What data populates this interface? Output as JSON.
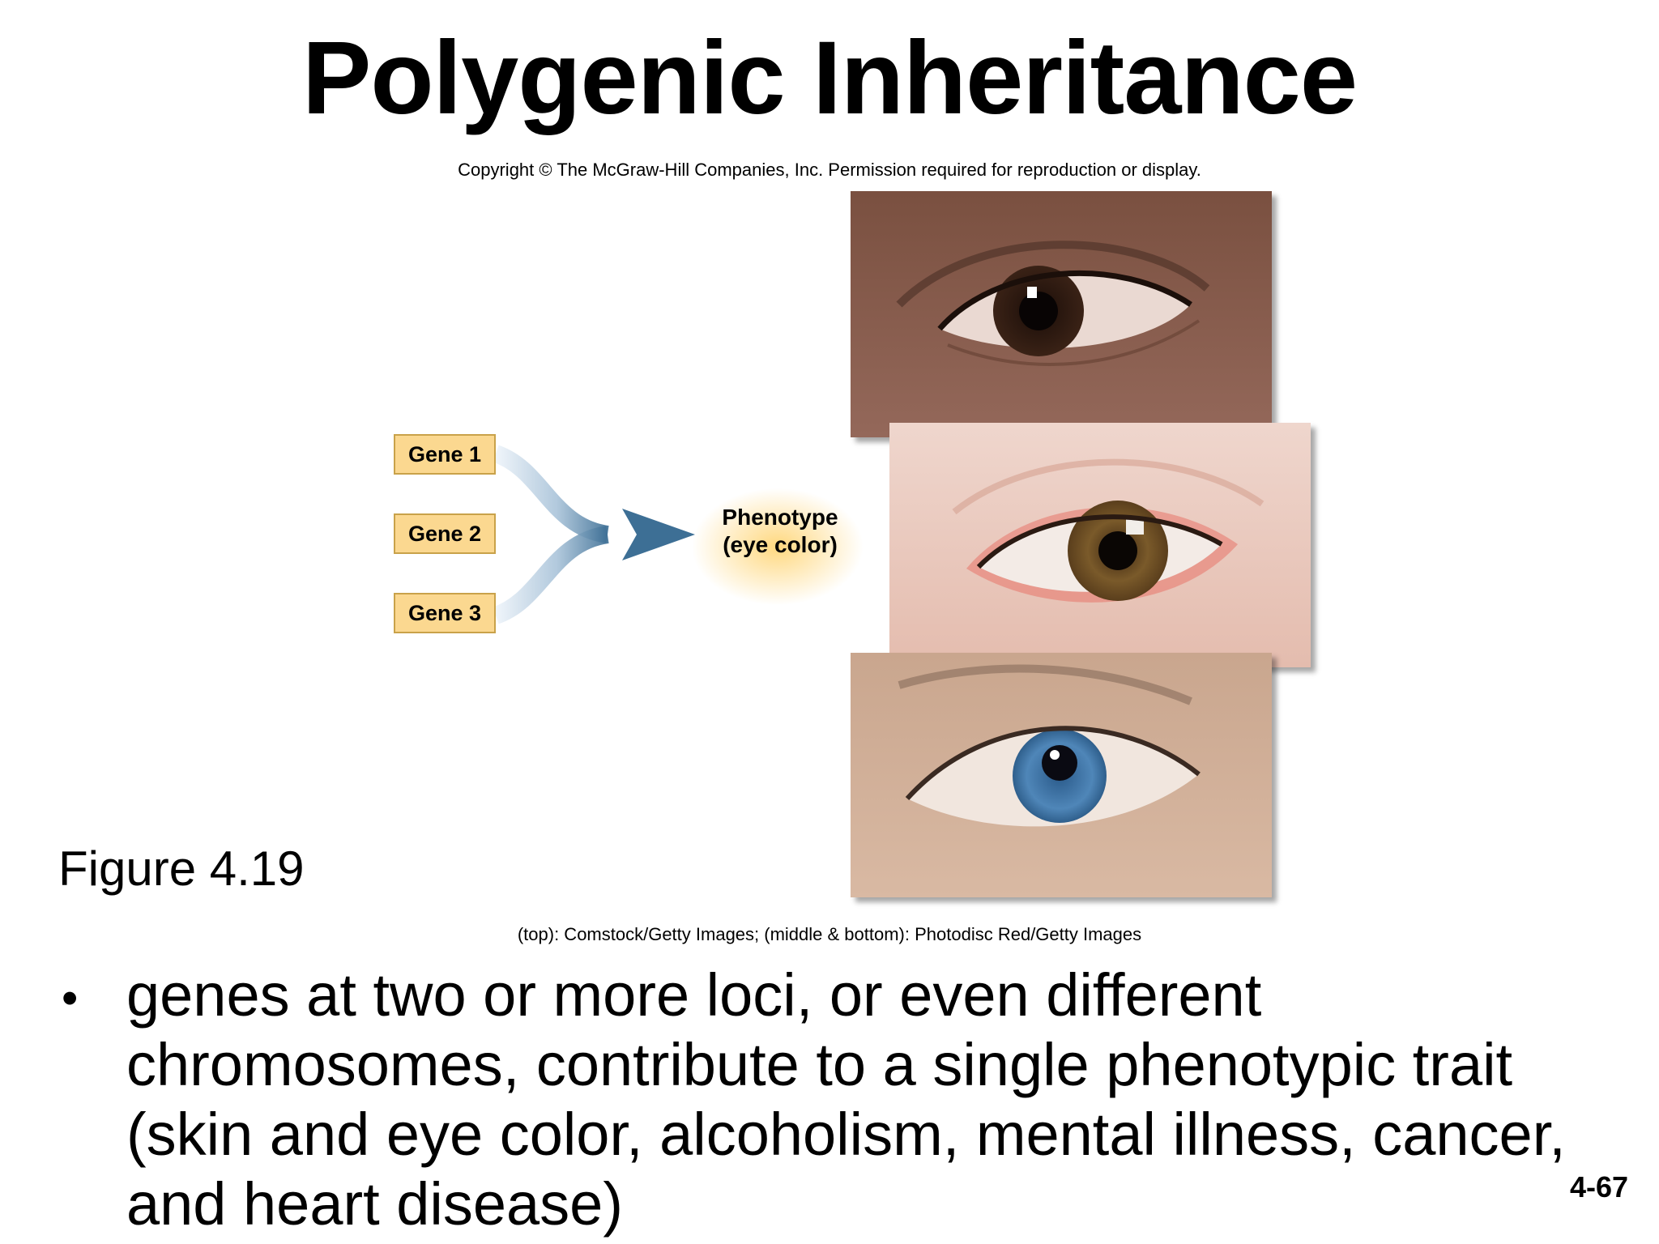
{
  "title": "Polygenic Inheritance",
  "copyright": "Copyright © The McGraw-Hill Companies, Inc. Permission required for reproduction or display.",
  "diagram": {
    "genes": [
      "Gene 1",
      "Gene 2",
      "Gene 3"
    ],
    "phenotype_line1": "Phenotype",
    "phenotype_line2": "(eye color)",
    "arrow_color": "#3d6f95",
    "box_fill": "#fbd890"
  },
  "photos": [
    "brown-eye-photo",
    "hazel-eye-photo",
    "blue-eye-photo"
  ],
  "figure_label": "Figure 4.19",
  "credit": "(top): Comstock/Getty Images; (middle & bottom): Photodisc Red/Getty Images",
  "bullet": "genes at two or more loci, or even different chromosomes, contribute to a single phenotypic trait (skin and eye color, alcoholism, mental illness, cancer, and heart disease)",
  "slide_number": "4-67"
}
